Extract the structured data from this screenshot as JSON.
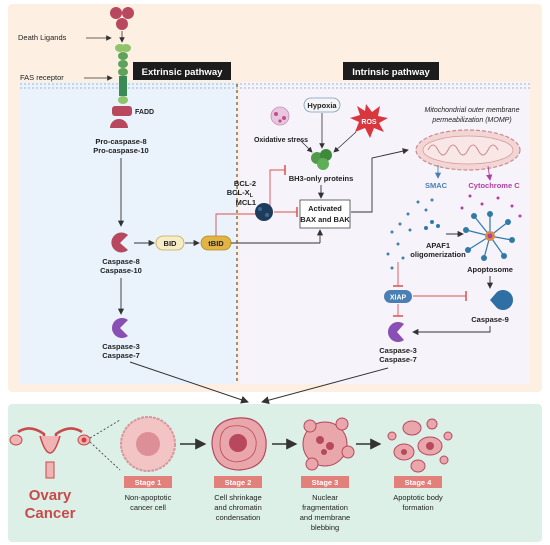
{
  "top": {
    "death_ligands": "Death Ligands",
    "fas_receptor": "FAS receptor",
    "extrinsic_title": "Extrinsic pathway",
    "intrinsic_title": "Intrinsic pathway"
  },
  "extrinsic": {
    "fadd": "FADD",
    "pro_caspase_8": "Pro-caspase-8",
    "pro_caspase_10": "Pro-caspase-10",
    "caspase_8": "Caspase-8",
    "caspase_10": "Caspase-10",
    "bid": "BID",
    "tbid": "tBID",
    "caspase_3": "Caspase-3",
    "caspase_7": "Caspase-7"
  },
  "intrinsic": {
    "hypoxia": "Hypoxia",
    "ros": "ROS",
    "oxidative_stress": "Oxidative stress",
    "bh3_only": "BH3-only proteins",
    "bcl2": "BCL-2",
    "bclxl": "BCL-X",
    "bclxl_sub": "L",
    "mcl1": "MCL1",
    "activated_line1": "Activated",
    "activated_line2": "BAX and BAK",
    "momp_line1": "Mitochondrial outer membrane",
    "momp_line2": "permeabilization (MOMP)",
    "smac": "SMAC",
    "cytochrome_c": "Cytochrome C",
    "apaf1_line1": "APAF1",
    "apaf1_line2": "oligomerization",
    "apoptosome": "Apoptosome",
    "xiap": "XIAP",
    "caspase_9": "Caspase-9",
    "caspase_3": "Caspase-3",
    "caspase_7": "Caspase-7"
  },
  "bottom": {
    "ovary_line1": "Ovary",
    "ovary_line2": "Cancer",
    "stages": [
      {
        "label": "Stage 1",
        "desc": [
          "Non-apoptotic",
          "cancer cell"
        ]
      },
      {
        "label": "Stage 2",
        "desc": [
          "Cell shrinkage",
          "and chromatin",
          "condensation"
        ]
      },
      {
        "label": "Stage 3",
        "desc": [
          "Nuclear",
          "fragmentation",
          "and membrane",
          "blebbing"
        ]
      },
      {
        "label": "Stage 4",
        "desc": [
          "Apoptotic body",
          "formation"
        ]
      }
    ]
  },
  "colors": {
    "outer_bg": "#fdf0e2",
    "extrinsic_bg": "#eaf3fb",
    "intrinsic_bg": "#f7f3fb",
    "bottom_bg": "#dcf0e8",
    "caspase_red": "#b8485e",
    "caspase_purple": "#8a4fb5",
    "caspase9_blue": "#2f6fa3",
    "inhibit_red": "#d9534f",
    "title_bar": "#1c1c1c",
    "stage_label": "#e2807c",
    "ovary_text": "#c94a4a",
    "tbid_fill": "#e2b445",
    "bid_fill": "#f6ecc7"
  },
  "icons": [
    "death-ligand-icon",
    "fas-receptor-icon",
    "fadd-icon",
    "caspase-icon",
    "bcl2-complex-icon",
    "bh3-protein-icon",
    "mitochondrion-icon",
    "apoptosome-icon",
    "xiap-icon",
    "uterus-icon",
    "cell-icon"
  ]
}
